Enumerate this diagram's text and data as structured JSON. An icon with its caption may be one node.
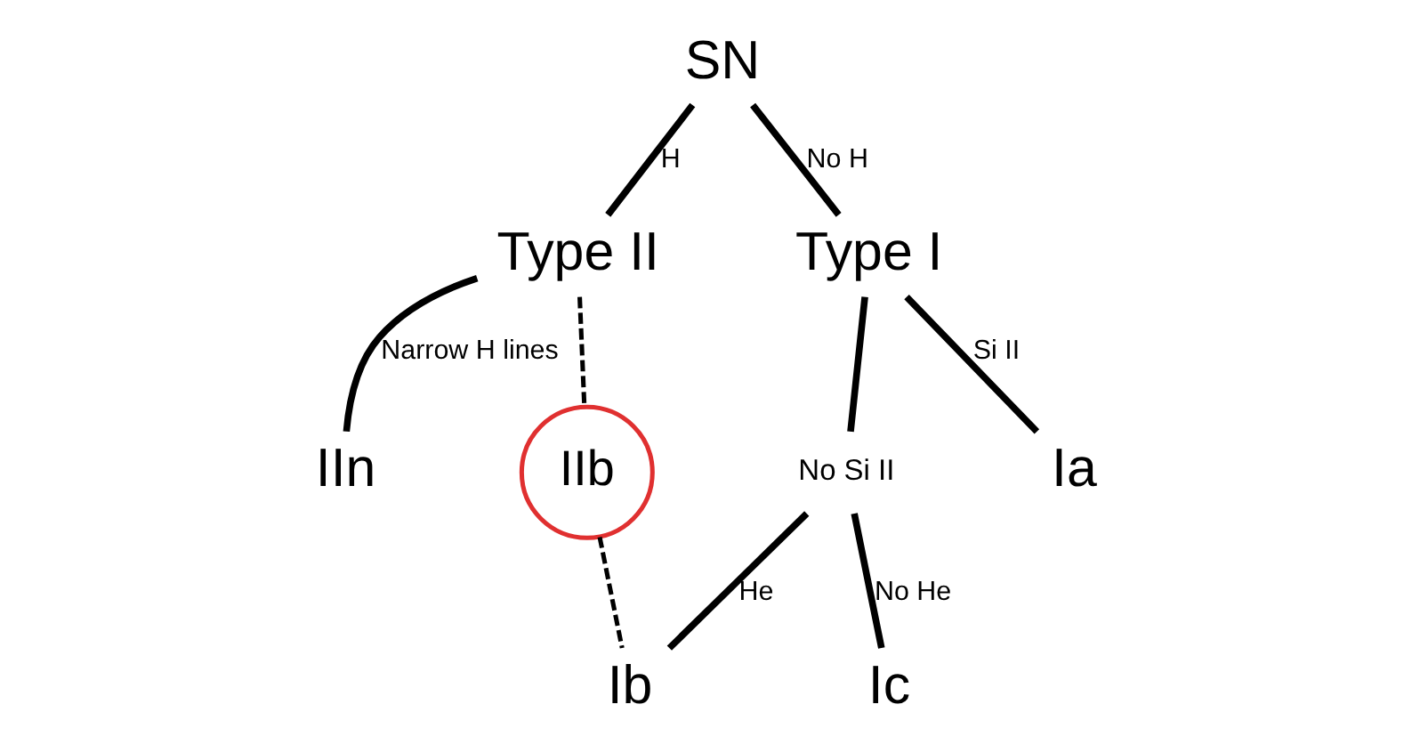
{
  "diagram": {
    "nodes": [
      {
        "text": [
          "SN"
        ]
      },
      {
        "text": [
          "Type II"
        ]
      },
      {
        "text": [
          "Type I"
        ]
      },
      {
        "text": [
          "IIn"
        ]
      },
      {
        "text": [
          "IIb"
        ]
      },
      {
        "text": [
          "No Si II"
        ]
      },
      {
        "text": [
          "Ib"
        ]
      },
      {
        "text": [
          "Ic"
        ]
      },
      {
        "text": [
          "Ia"
        ]
      }
    ],
    "edges": [
      {
        "from": 0,
        "to": 1,
        "arrow": "none",
        "label": "H"
      },
      {
        "from": 0,
        "to": 2,
        "arrow": "none",
        "label": "No H"
      },
      {
        "from": 1,
        "to": 3,
        "arrow": "none",
        "label": "Narrow H lines"
      },
      {
        "from": 1,
        "to": 4,
        "arrow": "none",
        "style": "dashed"
      },
      {
        "from": 4,
        "to": 6,
        "arrow": "none",
        "style": "dashed"
      },
      {
        "from": 2,
        "to": 5,
        "arrow": "none"
      },
      {
        "from": 2,
        "to": 8,
        "arrow": "none",
        "label": "Si II"
      },
      {
        "from": 5,
        "to": 6,
        "arrow": "none",
        "label": "He"
      },
      {
        "from": 5,
        "to": 7,
        "arrow": "none",
        "label": "No He"
      }
    ]
  }
}
